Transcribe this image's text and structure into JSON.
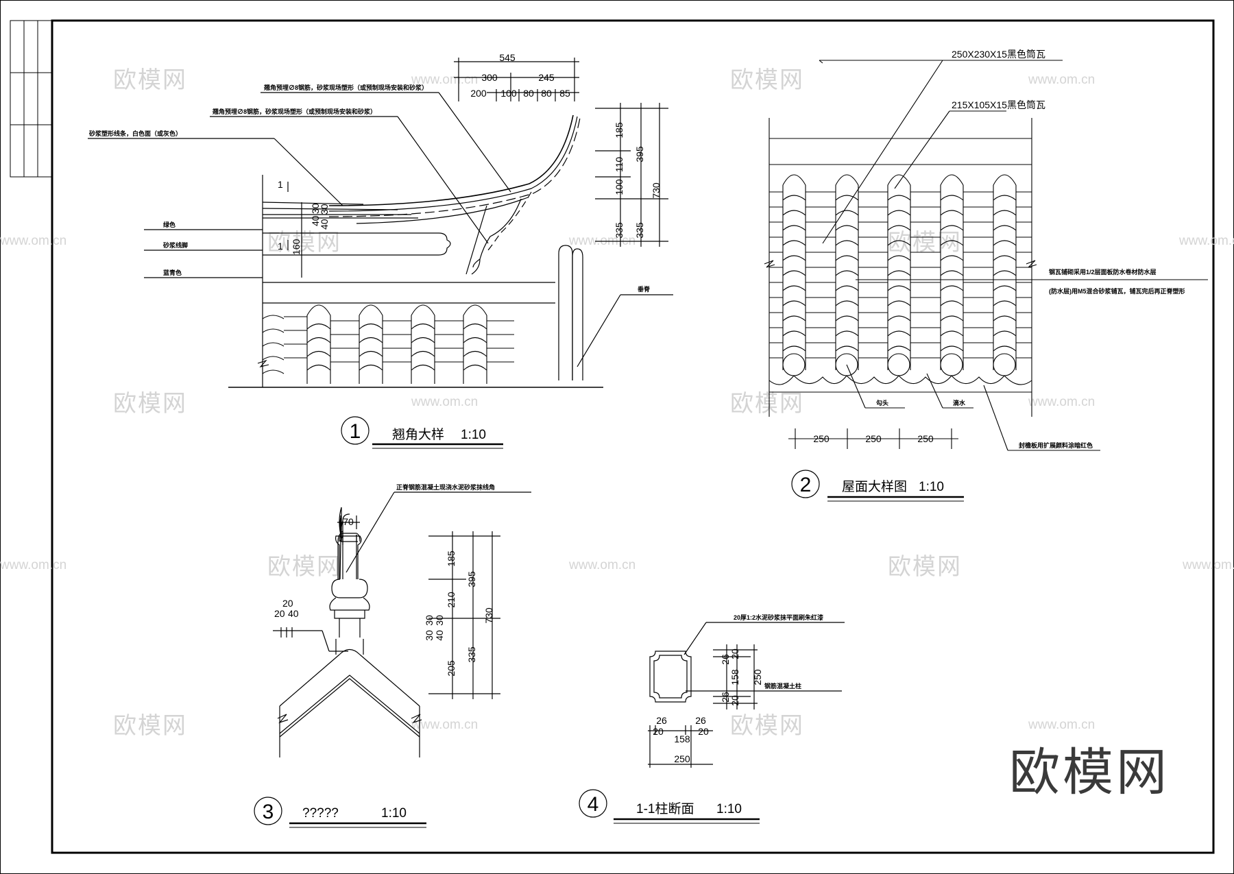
{
  "watermark": {
    "brand": "欧模网",
    "url": "www.om.cn"
  },
  "brand_logo": "欧模网",
  "details": {
    "d1": {
      "number": "1",
      "title": "翘角大样",
      "scale": "1:10",
      "dims_top": [
        "545",
        "300",
        "245",
        "200",
        "100",
        "80",
        "80",
        "85"
      ],
      "dims_right": [
        "185",
        "110",
        "100",
        "335",
        "395",
        "335",
        "730"
      ],
      "dims_left": [
        "1",
        "40",
        "30",
        "40",
        "30",
        "1",
        "160"
      ],
      "notes": [
        "翘角预埋∅8钢筋，砂浆现场塑形（或预制现场安装和砂浆）",
        "翘角预埋∅8钢筋，砂浆现场塑形（或预制现场安装和砂浆）",
        "砂浆塑形线条，白色面（或灰色）",
        "绿色",
        "砂浆线脚",
        "蓝青色",
        "垂脊"
      ]
    },
    "d2": {
      "number": "2",
      "title": "屋面大样图",
      "scale": "1:10",
      "dims": [
        "250",
        "250",
        "250"
      ],
      "notes": [
        "250X230X15黑色筒瓦",
        "215X105X15黑色筒瓦",
        "钢瓦铺砌采用1/2层面板防水卷材防水层",
        "(防水层)用M5混合砂浆铺瓦，铺瓦完后再正脊塑形",
        "勾头",
        "滴水",
        "封檐板用扩展颜料涂暗红色"
      ]
    },
    "d3": {
      "number": "3",
      "title": "?????",
      "scale": "1:10",
      "dims_top": [
        "70"
      ],
      "dims_left": [
        "20",
        "20",
        "40"
      ],
      "dims_right": [
        "185",
        "395",
        "210",
        "730",
        "30",
        "30",
        "40",
        "30",
        "335",
        "205"
      ],
      "note": "正脊钢筋混凝土现浇水泥砂浆抹线角"
    },
    "d4": {
      "number": "4",
      "title": "1-1柱断面",
      "scale": "1:10",
      "dims_bottom": [
        "26",
        "26",
        "20",
        "20",
        "158",
        "250"
      ],
      "dims_right": [
        "20",
        "26",
        "158",
        "250",
        "26",
        "20"
      ],
      "notes": [
        "20厚1:2水泥砂浆抹平面刷朱红漆",
        "钢筋混凝土柱"
      ]
    }
  }
}
